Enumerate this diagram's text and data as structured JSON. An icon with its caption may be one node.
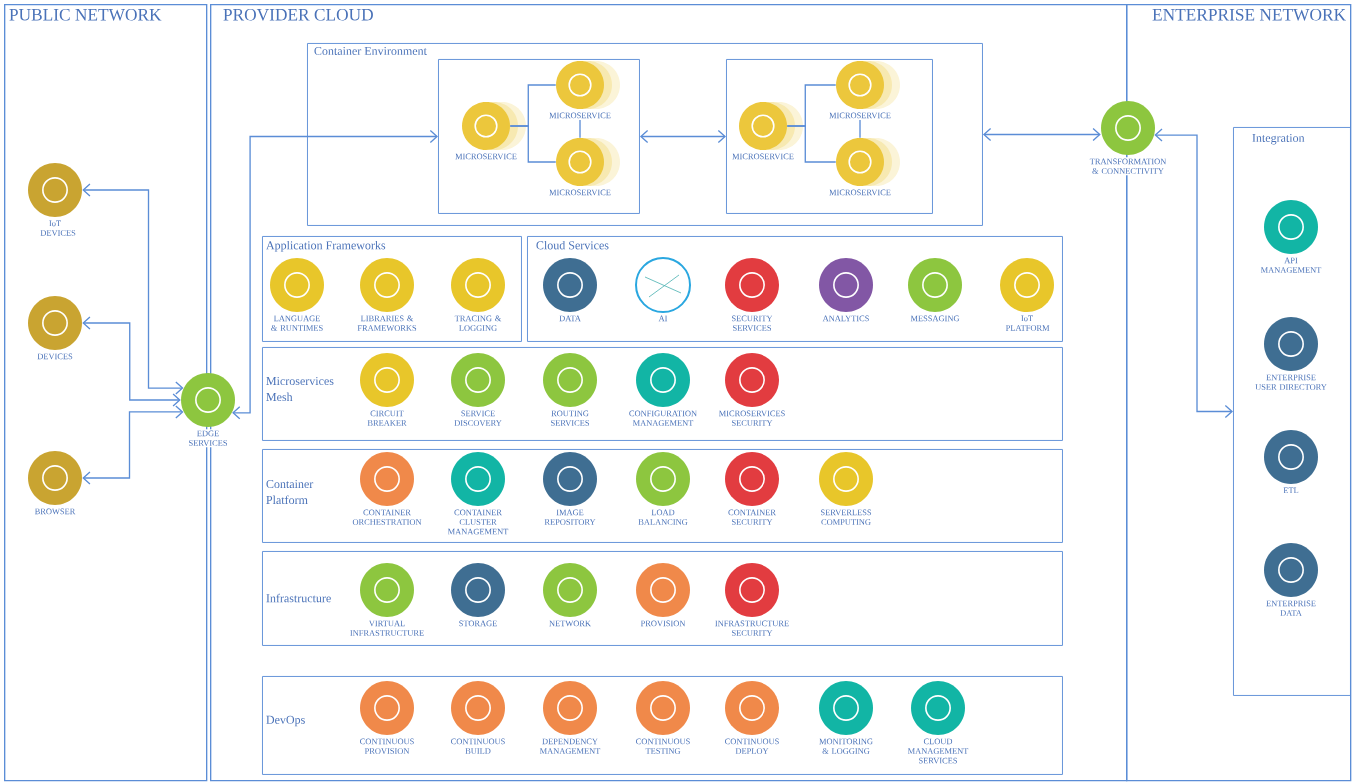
{
  "diagram": {
    "nodes": [
      {
        "text": [
          "PUBLIC NETWORK"
        ]
      },
      {
        "text": [
          "IoT DEVICES"
        ],
        "in": 0
      },
      {
        "text": [
          "DEVICES"
        ],
        "in": 0
      },
      {
        "text": [
          "BROWSER"
        ],
        "in": 0
      },
      {
        "text": [
          "EDGE SERVICES"
        ]
      },
      {
        "text": [
          "PROVIDER CLOUD"
        ]
      },
      {
        "text": [
          "Container Environment"
        ],
        "in": 5
      },
      {
        "text": [],
        "shape": "box",
        "in": 6
      },
      {
        "text": [
          "MICROSERVICE"
        ],
        "in": 7
      },
      {
        "text": [
          "MICROSERVICE"
        ],
        "in": 7
      },
      {
        "text": [
          "MICROSERVICE"
        ],
        "in": 7
      },
      {
        "text": [],
        "shape": "box",
        "in": 6
      },
      {
        "text": [
          "MICROSERVICE"
        ],
        "in": 11
      },
      {
        "text": [
          "MICROSERVICE"
        ],
        "in": 11
      },
      {
        "text": [
          "MICROSERVICE"
        ],
        "in": 11
      },
      {
        "text": [
          "Application Frameworks"
        ],
        "in": 5
      },
      {
        "text": [
          "LANGUAGE & RUNTIMES"
        ],
        "in": 15
      },
      {
        "text": [
          "LIBRARIES & FRAMEWORKS"
        ],
        "in": 15
      },
      {
        "text": [
          "TRACING & LOGGING"
        ],
        "in": 15
      },
      {
        "text": [
          "Cloud Services"
        ],
        "in": 5
      },
      {
        "text": [
          "DATA"
        ],
        "in": 19
      },
      {
        "text": [
          "AI"
        ],
        "in": 19
      },
      {
        "text": [
          "SECURITY SERVICES"
        ],
        "in": 19
      },
      {
        "text": [
          "ANALYTICS"
        ],
        "in": 19
      },
      {
        "text": [
          "MESSAGING"
        ],
        "in": 19
      },
      {
        "text": [
          "IoT PLATFORM"
        ],
        "in": 19
      },
      {
        "text": [
          "Microservices Mesh"
        ],
        "in": 5
      },
      {
        "text": [
          "CIRCUIT BREAKER"
        ],
        "in": 26
      },
      {
        "text": [
          "SERVICE DISCOVERY"
        ],
        "in": 26
      },
      {
        "text": [
          "ROUTING SERVICES"
        ],
        "in": 26
      },
      {
        "text": [
          "CONFIGURATION MANAGEMENT"
        ],
        "in": 26
      },
      {
        "text": [
          "MICROSERVICES SECURITY"
        ],
        "in": 26
      },
      {
        "text": [
          "Container Platform"
        ],
        "in": 5
      },
      {
        "text": [
          "CONTAINER ORCHESTRATION"
        ],
        "in": 32
      },
      {
        "text": [
          "CONTAINER CLUSTER MANAGEMENT"
        ],
        "in": 32
      },
      {
        "text": [
          "IMAGE REPOSITORY"
        ],
        "in": 32
      },
      {
        "text": [
          "LOAD BALANCING"
        ],
        "in": 32
      },
      {
        "text": [
          "CONTAINER SECURITY"
        ],
        "in": 32
      },
      {
        "text": [
          "SERVERLESS COMPUTING"
        ],
        "in": 32
      },
      {
        "text": [
          "Infrastructure"
        ],
        "in": 5
      },
      {
        "text": [
          "VIRTUAL INFRASTRUCTURE"
        ],
        "in": 39
      },
      {
        "text": [
          "STORAGE"
        ],
        "in": 39
      },
      {
        "text": [
          "NETWORK"
        ],
        "in": 39
      },
      {
        "text": [
          "PROVISION"
        ],
        "in": 39
      },
      {
        "text": [
          "INFRASTRUCTURE SECURITY"
        ],
        "in": 39
      },
      {
        "text": [
          "DevOps"
        ],
        "in": 5
      },
      {
        "text": [
          "CONTINUOUS PROVISION"
        ],
        "in": 45
      },
      {
        "text": [
          "CONTINUOUS BUILD"
        ],
        "in": 45
      },
      {
        "text": [
          "DEPENDENCY MANAGEMENT"
        ],
        "in": 45
      },
      {
        "text": [
          "CONTINUOUS TESTING"
        ],
        "in": 45
      },
      {
        "text": [
          "CONTINUOUS DEPLOY"
        ],
        "in": 45
      },
      {
        "text": [
          "MONITORING & LOGGING"
        ],
        "in": 45
      },
      {
        "text": [
          "CLOUD MANAGEMENT SERVICES"
        ],
        "in": 45
      },
      {
        "text": [
          "ENTERPRISE NETWORK"
        ]
      },
      {
        "text": [
          "TRANSFORMATION & CONNECTIVITY"
        ]
      },
      {
        "text": [
          "Integration"
        ],
        "in": 53
      },
      {
        "text": [
          "API MANAGEMENT"
        ],
        "in": 55
      },
      {
        "text": [
          "ENTERPRISE USER DIRECTORY"
        ],
        "in": 55
      },
      {
        "text": [
          "ETL"
        ],
        "in": 55
      },
      {
        "text": [
          "ENTERPRISE DATA"
        ],
        "in": 55
      }
    ],
    "edges": [
      {
        "from": 1,
        "to": 4,
        "arrow": "both"
      },
      {
        "from": 2,
        "to": 4,
        "arrow": "both"
      },
      {
        "from": 3,
        "to": 4,
        "arrow": "both"
      },
      {
        "from": 4,
        "to": 7,
        "arrow": "both"
      },
      {
        "from": 8,
        "to": 9,
        "arrow": "none"
      },
      {
        "from": 8,
        "to": 10,
        "arrow": "none"
      },
      {
        "from": 9,
        "to": 10,
        "arrow": "none"
      },
      {
        "from": 7,
        "to": 11,
        "arrow": "both"
      },
      {
        "from": 12,
        "to": 13,
        "arrow": "none"
      },
      {
        "from": 12,
        "to": 14,
        "arrow": "none"
      },
      {
        "from": 13,
        "to": 14,
        "arrow": "none"
      },
      {
        "from": 6,
        "to": 54,
        "arrow": "both"
      },
      {
        "from": 54,
        "to": 55,
        "arrow": "both"
      }
    ]
  }
}
